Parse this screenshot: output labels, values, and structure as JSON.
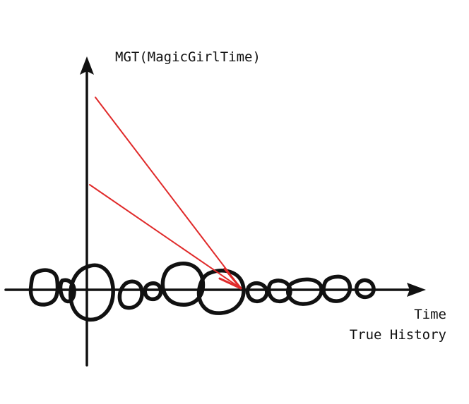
{
  "diagram": {
    "y_axis_label": "MGT(MagicGirlTime)",
    "x_axis_label_line1": "Time",
    "x_axis_label_line2": "True History"
  },
  "colors": {
    "axis": "#111111",
    "loops": "#111111",
    "arrows": "#e02a2a",
    "background": "#ffffff"
  }
}
